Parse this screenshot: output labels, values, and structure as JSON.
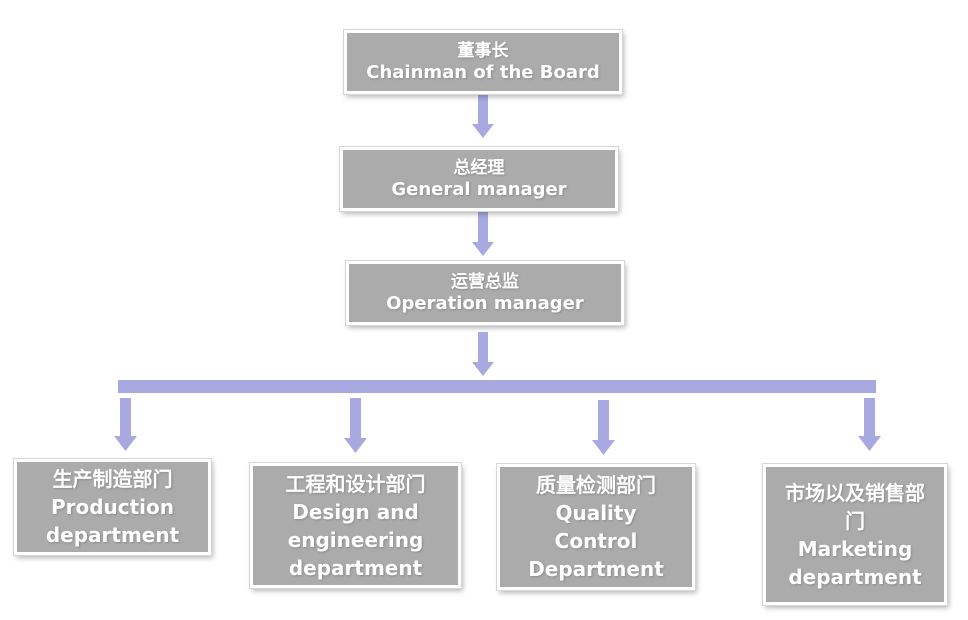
{
  "nodes": {
    "board": {
      "zh": "董事长",
      "en": "Chainman of the Board"
    },
    "gm": {
      "zh": "总经理",
      "en": "General manager"
    },
    "ops": {
      "zh": "运营总监",
      "en": "Operation manager"
    },
    "production": {
      "zh": "生产制造部门",
      "en": "Production department"
    },
    "design": {
      "zh": "工程和设计部门",
      "en": "Design and engineering department"
    },
    "quality": {
      "zh": "质量检测部门",
      "en": "Quality Control Department"
    },
    "marketing": {
      "zh": "市场以及销售部门",
      "en": "Marketing department"
    }
  },
  "colors": {
    "box": "#ababab",
    "connector": "#a9a9e2",
    "text": "#ffffff"
  }
}
